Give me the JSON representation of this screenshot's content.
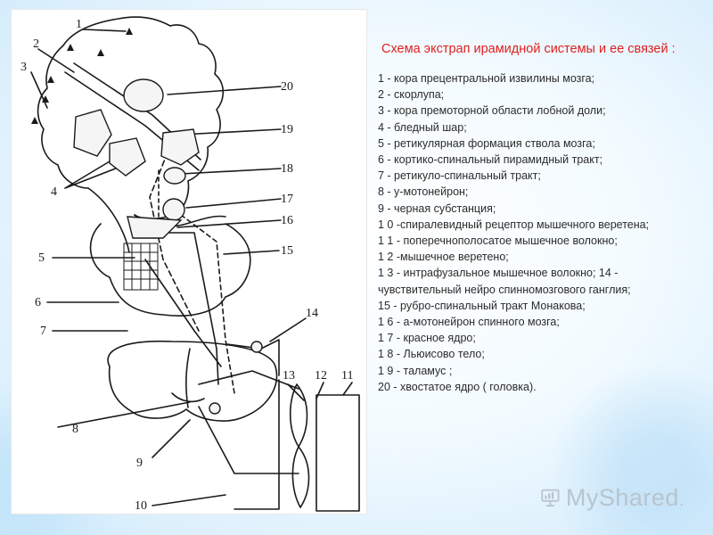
{
  "title": "Схема экстрап ирамидной системы и ее связей :",
  "legend": [
    "1 - кора прецентральной извилины мозга;",
    " 2 - скорлупа;",
    " 3 - кора премоторной области лобной доли;",
    " 4 - бледный шар;",
    " 5 - ретикулярная формация ствола мозга;",
    " 6 - кортико-спинальный пирамидный тракт;",
    " 7 - ретикуло-спинальный тракт;",
    "8 - у-мотонейрон;",
    "9 - черная субстанция;",
    "1 0 -спиралевидный рецептор мышечного веретена;",
    "1 1 - поперечнополосатое мышечное волокно;",
    "1 2 -мышечное веретено;",
    "1 3 - интрафузальное мышечное волокно; 14 - чувствительный нейро спинномозгового ганглия;",
    "15 - рубро-спинальный тракт Монакова;",
    "1 6 - а-мотонейрон спинного мозга;",
    "1 7 - красное ядро;",
    "1 8 - Льюисово тело;",
    "1 9 - таламус ;",
    "20 - хвостатое ядро ( головка)."
  ],
  "diagram_labels": {
    "n1": "1",
    "n2": "2",
    "n3": "3",
    "n4": "4",
    "n5": "5",
    "n6": "6",
    "n7": "7",
    "n8": "8",
    "n9": "9",
    "n10": "10",
    "n11": "11",
    "n12": "12",
    "n13": "13",
    "n14": "14",
    "n15": "15",
    "n16": "16",
    "n17": "17",
    "n18": "18",
    "n19": "19",
    "n20": "20"
  },
  "logo": {
    "text": "MyShared",
    "dot": "."
  },
  "colors": {
    "title": "#e02020",
    "text": "#2b2b2b",
    "logo": "#b9c4cc"
  }
}
